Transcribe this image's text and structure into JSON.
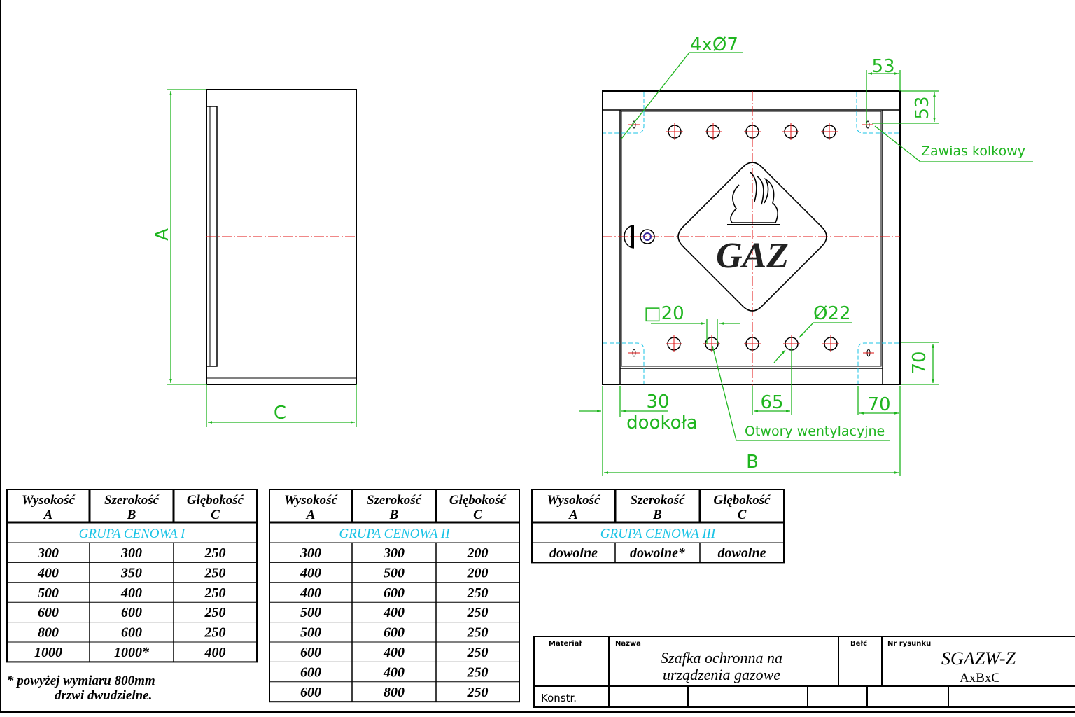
{
  "drawing": {
    "side_view": {
      "dim_height": "A",
      "dim_depth": "C"
    },
    "front_view": {
      "holes_label": "4xØ7",
      "hinge_offset_h": "53",
      "hinge_offset_v": "53",
      "hinge_label": "Zawias kolkowy",
      "logo_text": "GAZ",
      "vent_square": "□20",
      "vent_diameter": "Ø22",
      "bottom_offset": "70",
      "margin_value": "30",
      "margin_label": "dookoła",
      "vent_spacing": "65",
      "right_offset": "70",
      "vent_label": "Otwory wentylacyjne",
      "dim_width": "B"
    },
    "colors": {
      "dimension": "#1fb51f",
      "centerline": "#e01010",
      "hidden": "#19c3e6"
    }
  },
  "tables": [
    {
      "headers": [
        [
          "Wysokość",
          "A"
        ],
        [
          "Szerokość",
          "B"
        ],
        [
          "Głębokość",
          "C"
        ]
      ],
      "group": "GRUPA  CENOWA  I",
      "rows": [
        [
          "300",
          "300",
          "250"
        ],
        [
          "400",
          "350",
          "250"
        ],
        [
          "500",
          "400",
          "250"
        ],
        [
          "600",
          "600",
          "250"
        ],
        [
          "800",
          "600",
          "250"
        ],
        [
          "1000",
          "1000*",
          "400"
        ]
      ]
    },
    {
      "headers": [
        [
          "Wysokość",
          "A"
        ],
        [
          "Szerokość",
          "B"
        ],
        [
          "Głębokość",
          "C"
        ]
      ],
      "group": "GRUPA  CENOWA  II",
      "rows": [
        [
          "300",
          "300",
          "200"
        ],
        [
          "400",
          "500",
          "200"
        ],
        [
          "400",
          "600",
          "250"
        ],
        [
          "500",
          "400",
          "250"
        ],
        [
          "500",
          "600",
          "250"
        ],
        [
          "600",
          "400",
          "250"
        ],
        [
          "600",
          "400",
          "250"
        ],
        [
          "600",
          "800",
          "250"
        ]
      ]
    },
    {
      "headers": [
        [
          "Wysokość",
          "A"
        ],
        [
          "Szerokość",
          "B"
        ],
        [
          "Głębokość",
          "C"
        ]
      ],
      "group": "GRUPA  CENOWA  III",
      "rows": [
        [
          "dowolne",
          "dowolne*",
          "dowolne"
        ]
      ]
    }
  ],
  "footnote": {
    "line1": "* powyżej wymiaru 800mm",
    "line2": "drzwi dwudzielne."
  },
  "title_block": {
    "material_label": "Materiał",
    "name_label": "Nazwa",
    "scale_label": "Bełć",
    "drawing_no_label": "Nr rysunku",
    "name_line1": "Szafka ochronna na",
    "name_line2": "urządzenia gazowe",
    "drawing_no": "SGAZW-Z",
    "drawing_sub": "AxBxC",
    "designer_label": "Konstr."
  }
}
